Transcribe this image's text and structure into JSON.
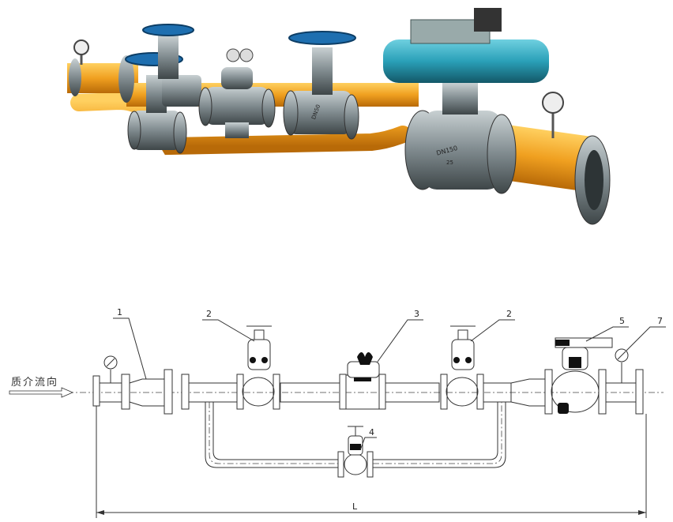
{
  "photo": {
    "valve_markings": [
      "DN50",
      "DN150",
      "25"
    ]
  },
  "diagram": {
    "flow_direction_label": "质介流向",
    "callouts": [
      "1",
      "2",
      "3",
      "2",
      "5",
      "7",
      "4"
    ],
    "dimension_label": "L"
  },
  "colors": {
    "pipe_orange": "#f0a020",
    "valve_grey": "#7f8a8e",
    "handwheel_blue": "#1e6fb0",
    "actuator_teal": "#2aa0b8"
  }
}
